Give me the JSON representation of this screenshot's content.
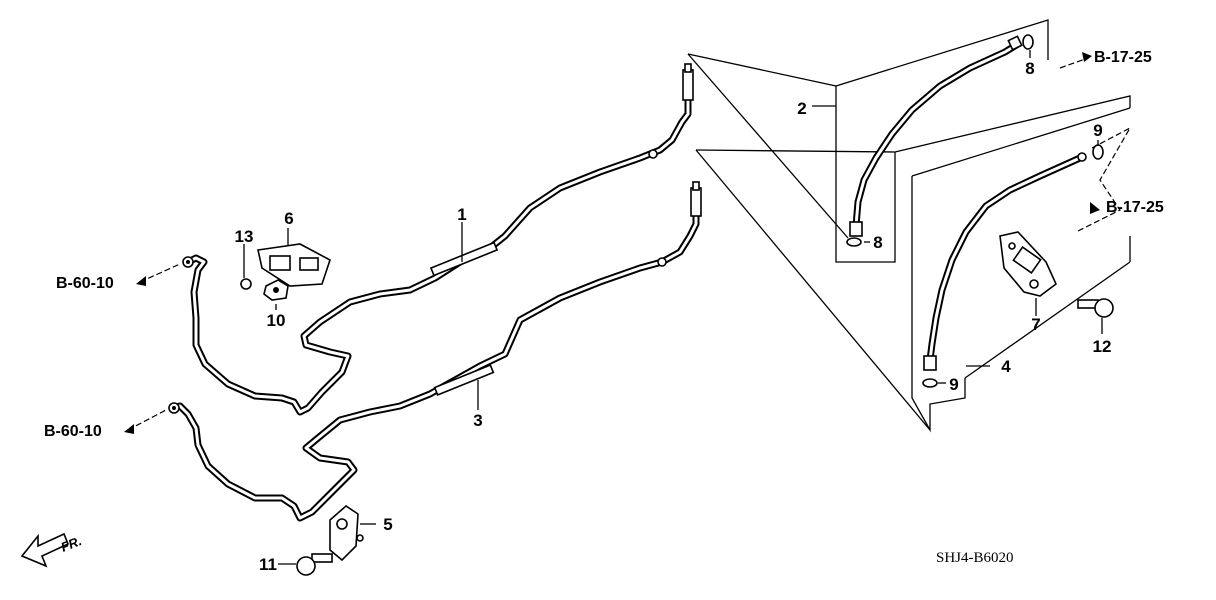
{
  "parts": {
    "p1": "1",
    "p2": "2",
    "p3": "3",
    "p4": "4",
    "p5": "5",
    "p6": "6",
    "p7": "7",
    "p8a": "8",
    "p8b": "8",
    "p9a": "9",
    "p9b": "9",
    "p10": "10",
    "p11": "11",
    "p12": "12",
    "p13": "13"
  },
  "refs": {
    "b60_upper": "B-60-10",
    "b60_lower": "B-60-10",
    "b17_upper": "B-17-25",
    "b17_lower": "B-17-25"
  },
  "direction": {
    "label": "FR."
  },
  "diagram_code": "SHJ4-B6020",
  "icons": [
    "front-arrow-icon",
    "pipe",
    "clamp",
    "bolt",
    "o-ring",
    "nut"
  ]
}
